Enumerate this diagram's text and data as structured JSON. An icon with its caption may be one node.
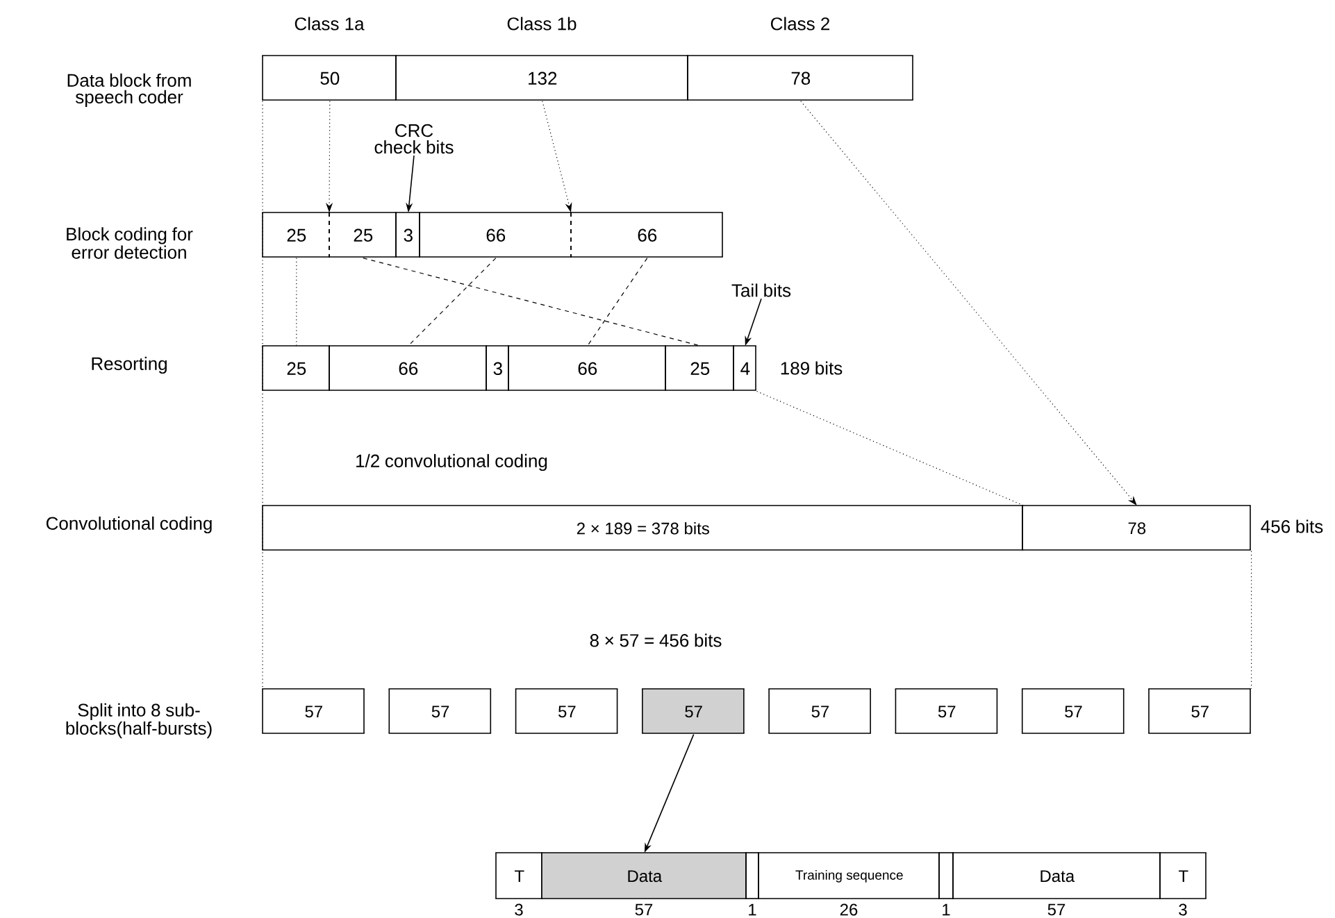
{
  "diagram": {
    "nodes": [
      {
        "text": [
          "50"
        ],
        "beside": [
          "Class 1a"
        ]
      },
      {
        "text": [
          "132"
        ],
        "beside": [
          "Class 1b"
        ]
      },
      {
        "text": [
          "78"
        ],
        "beside": [
          "Class 2"
        ]
      },
      {
        "text": [
          "25"
        ]
      },
      {
        "text": [
          "25"
        ]
      },
      {
        "text": [
          "3"
        ]
      },
      {
        "text": [
          "66"
        ]
      },
      {
        "text": [
          "66"
        ]
      },
      {
        "text": [
          "25"
        ]
      },
      {
        "text": [
          "66"
        ]
      },
      {
        "text": [
          "3"
        ]
      },
      {
        "text": [
          "66"
        ]
      },
      {
        "text": [
          "25"
        ]
      },
      {
        "text": [
          "4"
        ]
      },
      {
        "text": [
          "2 × 189 = 378 bits"
        ]
      },
      {
        "text": [
          "78"
        ]
      },
      {
        "text": [
          "57"
        ]
      },
      {
        "text": [
          "57"
        ]
      },
      {
        "text": [
          "57"
        ]
      },
      {
        "text": [
          "57"
        ]
      },
      {
        "text": [
          "57"
        ]
      },
      {
        "text": [
          "57"
        ]
      },
      {
        "text": [
          "57"
        ]
      },
      {
        "text": [
          "57"
        ]
      },
      {
        "text": [
          "T"
        ],
        "beside": [
          "3"
        ]
      },
      {
        "text": [
          "Data"
        ],
        "beside": [
          "57"
        ]
      },
      {
        "text": [],
        "shape": "box",
        "beside": [
          "1"
        ]
      },
      {
        "text": [
          "Training sequence"
        ],
        "beside": [
          "26"
        ]
      },
      {
        "text": [],
        "shape": "box",
        "beside": [
          "1"
        ]
      },
      {
        "text": [
          "Data"
        ],
        "beside": [
          "57"
        ]
      },
      {
        "text": [
          "T"
        ],
        "beside": [
          "3"
        ]
      },
      {
        "text": [
          "CRC check bits"
        ]
      },
      {
        "text": [
          "Tail bits"
        ]
      }
    ],
    "edges": [
      {
        "from": 0,
        "to": 4,
        "arrow": "to",
        "style": "dashed"
      },
      {
        "from": 1,
        "to": 7,
        "arrow": "to",
        "style": "dashed"
      },
      {
        "from": 2,
        "to": 15,
        "arrow": "to",
        "style": "dashed"
      },
      {
        "from": 31,
        "to": 5,
        "arrow": "to"
      },
      {
        "from": 3,
        "to": 8,
        "arrow": "none",
        "style": "dashed"
      },
      {
        "from": 4,
        "to": 12,
        "arrow": "none",
        "style": "dashed"
      },
      {
        "from": 6,
        "to": 9,
        "arrow": "none",
        "style": "dashed"
      },
      {
        "from": 7,
        "to": 11,
        "arrow": "none",
        "style": "dashed"
      },
      {
        "from": 32,
        "to": 13,
        "arrow": "to"
      },
      {
        "from": 13,
        "to": 14,
        "arrow": "none",
        "style": "dashed"
      },
      {
        "from": 19,
        "to": 25,
        "arrow": "to"
      },
      {
        "from": 0,
        "to": 16,
        "arrow": "none",
        "style": "dashed"
      },
      {
        "from": 15,
        "to": 23,
        "arrow": "none",
        "style": "dashed"
      }
    ],
    "labels": [
      "Data block from speech coder",
      "Block coding for error detection",
      "Resorting",
      "189 bits",
      "1/2 convolutional coding",
      "Convolutional coding",
      "456 bits",
      "8 × 57 = 456 bits",
      "Split into 8 sub-blocks(half-bursts)"
    ]
  }
}
